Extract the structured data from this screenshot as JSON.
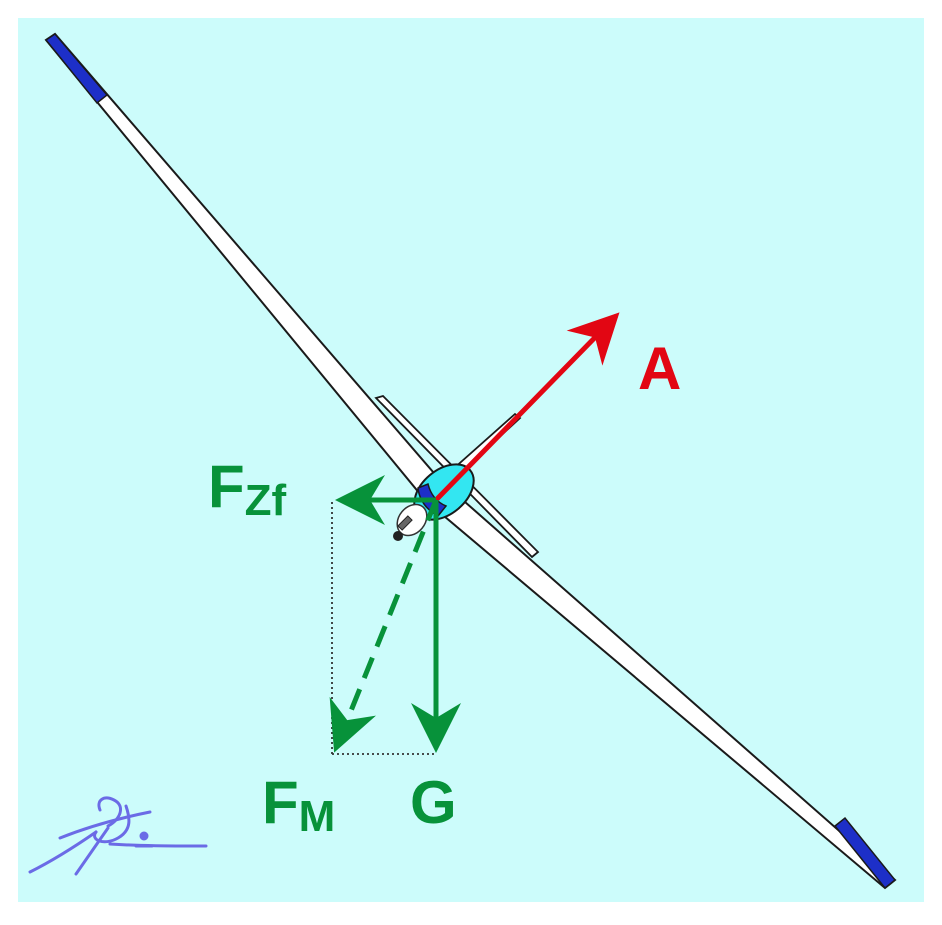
{
  "labels": {
    "lift": "A",
    "centrifugal_main": "F",
    "centrifugal_sub": "Zf",
    "resultant_main": "F",
    "resultant_sub": "M",
    "weight": "G"
  },
  "colors": {
    "background": "#ccfcfb",
    "frame": "#ffffff",
    "lift": "#e20613",
    "force": "#07923a",
    "wing_tip": "#1d2fc8",
    "canopy": "#33e6f1",
    "signature": "#6b6be6"
  },
  "icons": {
    "aircraft": "glider-top-view-icon",
    "signature": "author-signature-icon"
  }
}
